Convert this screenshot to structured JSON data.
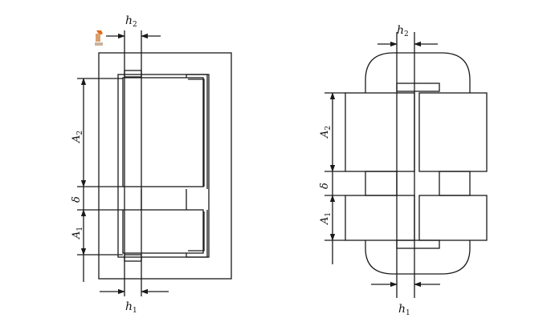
{
  "left_figure": {
    "h2": {
      "main": "h",
      "sub": "2"
    },
    "h1": {
      "main": "h",
      "sub": "1"
    },
    "A2": {
      "main": "A",
      "sub": "2"
    },
    "A1": {
      "main": "A",
      "sub": "1"
    },
    "delta": "δ"
  },
  "right_figure": {
    "h2": {
      "main": "h",
      "sub": "2"
    },
    "h1": {
      "main": "h",
      "sub": "1"
    },
    "A2": {
      "main": "A",
      "sub": "2"
    },
    "A1": {
      "main": "A",
      "sub": "1"
    },
    "delta": "δ"
  },
  "colors": {
    "line": "#1a1a1a",
    "background": "#ffffff",
    "logo_mark": "#e06a1a"
  }
}
